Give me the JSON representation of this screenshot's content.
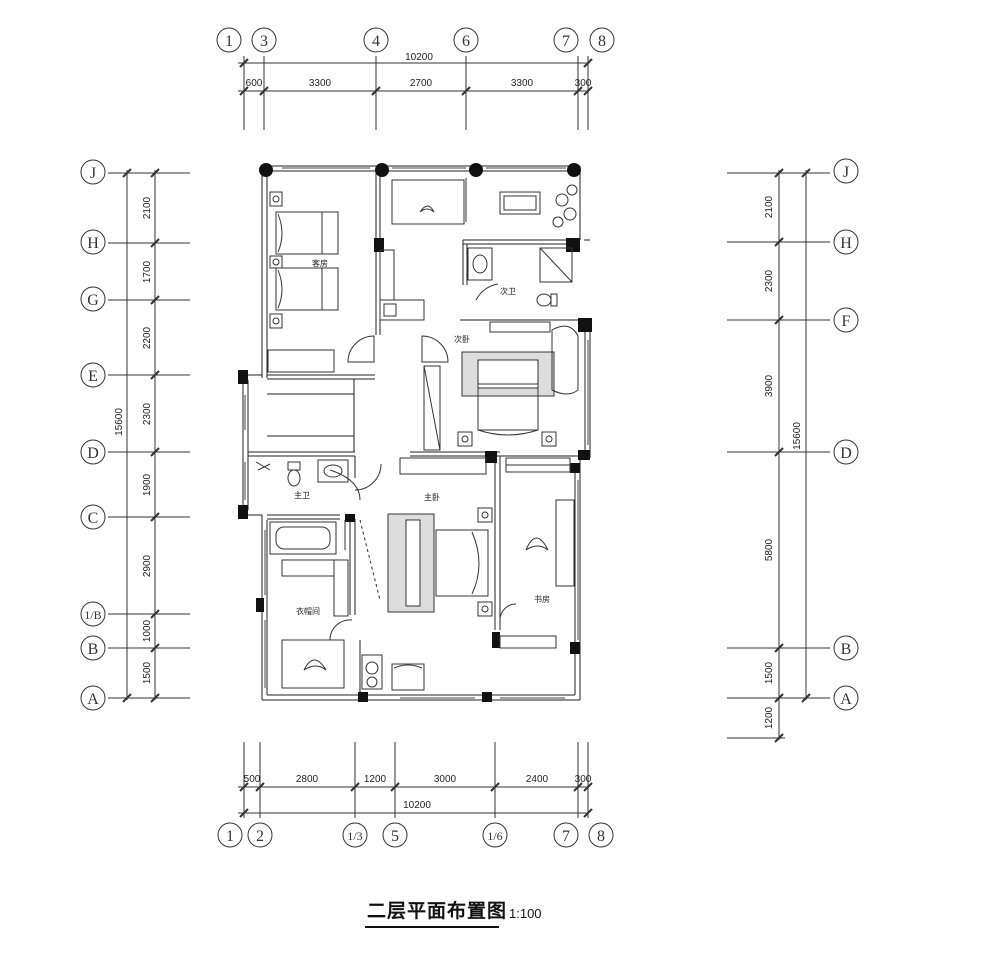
{
  "drawing": {
    "title": "二层平面布置图",
    "scale": "1:100"
  },
  "rooms": {
    "guest_room": "客房",
    "second_bath": "次卫",
    "second_bedroom": "次卧",
    "master_bath": "主卫",
    "master_bedroom": "主卧",
    "cloakroom": "衣帽间",
    "study": "书房"
  },
  "top_dims": {
    "total": "10200",
    "segments": [
      "600",
      "3300",
      "2700",
      "3300",
      "300"
    ],
    "axes": [
      "1",
      "3",
      "4",
      "6",
      "7",
      "8"
    ]
  },
  "bottom_dims": {
    "total": "10200",
    "segments": [
      "500",
      "2800",
      "1200",
      "3000",
      "2400",
      "300"
    ],
    "axes": [
      "1",
      "2",
      "1/3",
      "5",
      "1/6",
      "7",
      "8"
    ]
  },
  "left_dims": {
    "total": "15600",
    "segments": [
      "2100",
      "1700",
      "2200",
      "2300",
      "1900",
      "2900",
      "1000",
      "1500"
    ],
    "axes": [
      "J",
      "H",
      "G",
      "E",
      "D",
      "C",
      "1/B",
      "B",
      "A"
    ]
  },
  "right_dims": {
    "total": "15600",
    "segments": [
      "2100",
      "2300",
      "3900",
      "5800",
      "1500",
      "1200"
    ],
    "axes": [
      "J",
      "H",
      "F",
      "D",
      "B",
      "A"
    ]
  }
}
